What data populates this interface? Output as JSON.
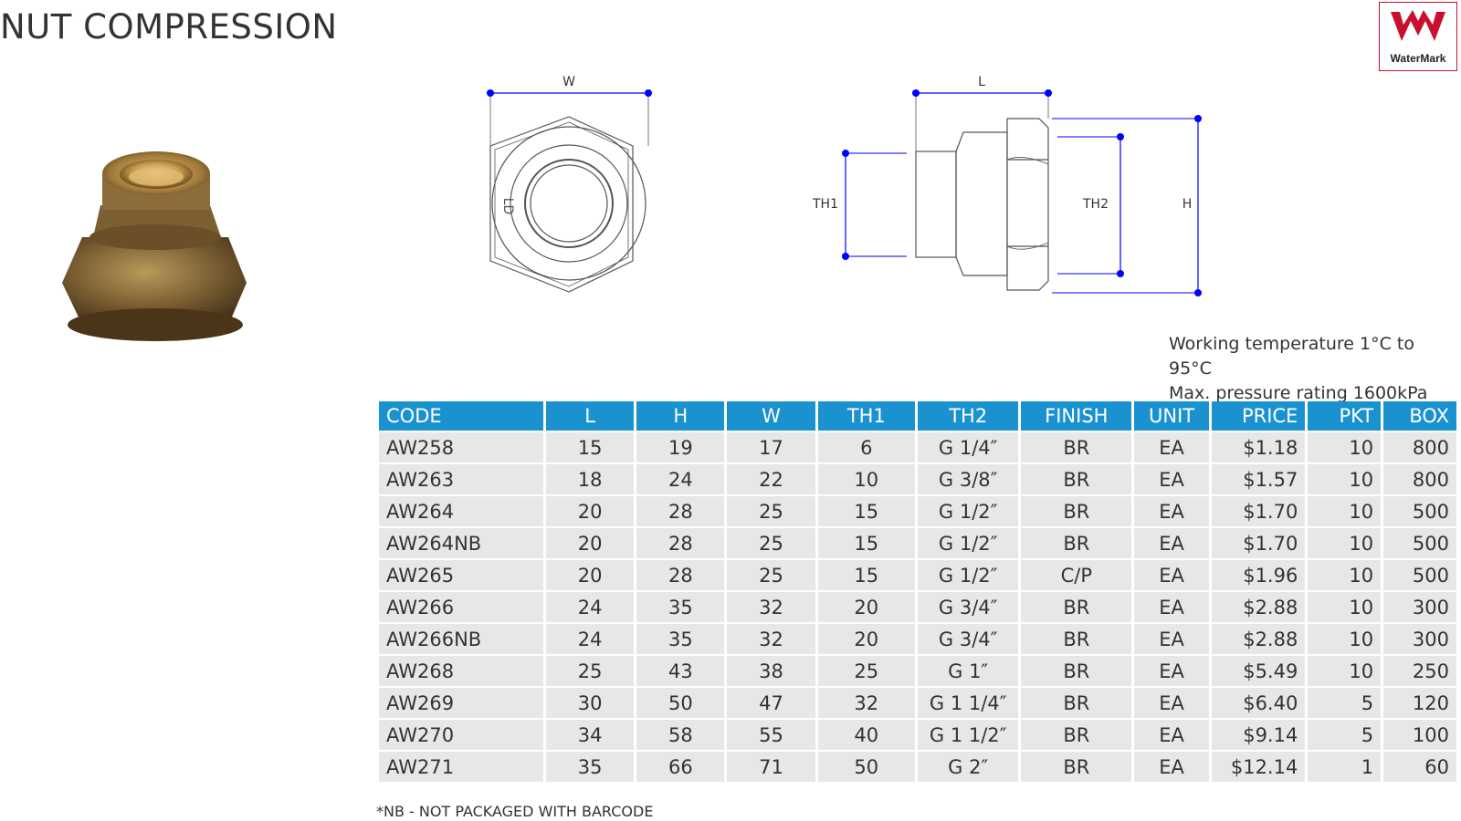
{
  "title": "NUT COMPRESSION",
  "logo": {
    "text": "WaterMark",
    "color": "#c8102e"
  },
  "diagram": {
    "front_view": {
      "w_label": "W",
      "mark_text": "LD"
    },
    "side_view": {
      "l_label": "L",
      "th1_label": "TH1",
      "th2_label": "TH2",
      "h_label": "H"
    },
    "dimension_color": "#0000ff"
  },
  "specs": {
    "working_temperature": "Working temperature 1°C to 95°C",
    "pressure_rating": "Max. pressure rating 1600kPa"
  },
  "table": {
    "header_color": "#1a92d0",
    "headers": [
      "CODE",
      "L",
      "H",
      "W",
      "TH1",
      "TH2",
      "FINISH",
      "UNIT",
      "PRICE",
      "PKT",
      "BOX"
    ],
    "rows": [
      [
        "AW258",
        "15",
        "19",
        "17",
        "6",
        "G 1/4″",
        "BR",
        "EA",
        "$1.18",
        "10",
        "800"
      ],
      [
        "AW263",
        "18",
        "24",
        "22",
        "10",
        "G 3/8″",
        "BR",
        "EA",
        "$1.57",
        "10",
        "800"
      ],
      [
        "AW264",
        "20",
        "28",
        "25",
        "15",
        "G 1/2″",
        "BR",
        "EA",
        "$1.70",
        "10",
        "500"
      ],
      [
        "AW264NB",
        "20",
        "28",
        "25",
        "15",
        "G 1/2″",
        "BR",
        "EA",
        "$1.70",
        "10",
        "500"
      ],
      [
        "AW265",
        "20",
        "28",
        "25",
        "15",
        "G 1/2″",
        "C/P",
        "EA",
        "$1.96",
        "10",
        "500"
      ],
      [
        "AW266",
        "24",
        "35",
        "32",
        "20",
        "G 3/4″",
        "BR",
        "EA",
        "$2.88",
        "10",
        "300"
      ],
      [
        "AW266NB",
        "24",
        "35",
        "32",
        "20",
        "G 3/4″",
        "BR",
        "EA",
        "$2.88",
        "10",
        "300"
      ],
      [
        "AW268",
        "25",
        "43",
        "38",
        "25",
        "G 1″",
        "BR",
        "EA",
        "$5.49",
        "10",
        "250"
      ],
      [
        "AW269",
        "30",
        "50",
        "47",
        "32",
        "G 1 1/4″",
        "BR",
        "EA",
        "$6.40",
        "5",
        "120"
      ],
      [
        "AW270",
        "34",
        "58",
        "55",
        "40",
        "G 1 1/2″",
        "BR",
        "EA",
        "$9.14",
        "5",
        "100"
      ],
      [
        "AW271",
        "35",
        "66",
        "71",
        "50",
        "G 2″",
        "BR",
        "EA",
        "$12.14",
        "1",
        "60"
      ]
    ]
  },
  "footnote": "*NB - NOT PACKAGED WITH BARCODE"
}
